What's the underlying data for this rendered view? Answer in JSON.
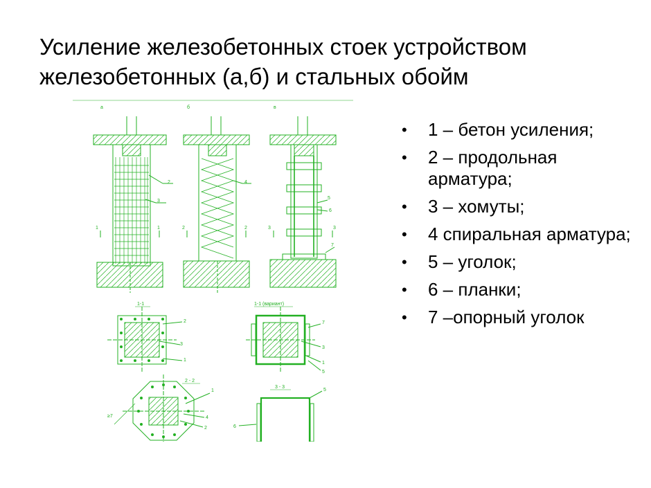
{
  "slide": {
    "title_lines": [
      "Усиление железобетонных стоек устройством",
      "железобетонных (а,б) и стальных обойм"
    ],
    "legend": [
      {
        "bullet": "•",
        "text": "1 – бетон усиления;"
      },
      {
        "bullet": "•",
        "text": "2 – продольная арматура;"
      },
      {
        "bullet": "•",
        "text": "3 – хомуты;"
      },
      {
        "bullet": "•",
        "text": "4 спиральная арматура;"
      },
      {
        "bullet": "•",
        "text": "5 – уголок;"
      },
      {
        "bullet": "•",
        "text": "6 – планки;"
      },
      {
        "bullet": "•",
        "text": "7 –опорный уголок"
      }
    ]
  },
  "drawing": {
    "color": "#22b022",
    "view_labels": [
      "а",
      "б",
      "в"
    ],
    "section_labels": {
      "s11": "1-1",
      "s11v": "1-1 (вариант)",
      "s22": "2 - 2",
      "s33": "3 - 3"
    },
    "callouts": {
      "a": [
        "2",
        "3",
        "1",
        "1"
      ],
      "b": [
        "4",
        "2",
        "2"
      ],
      "v": [
        "5",
        "6",
        "3",
        "3",
        "7"
      ],
      "s11": [
        "2",
        "3",
        "1"
      ],
      "s11v": [
        "7",
        "3",
        "1",
        "5"
      ],
      "s22": [
        "1",
        "4",
        "2",
        "≥7"
      ],
      "s33": [
        "5",
        "6"
      ]
    }
  }
}
